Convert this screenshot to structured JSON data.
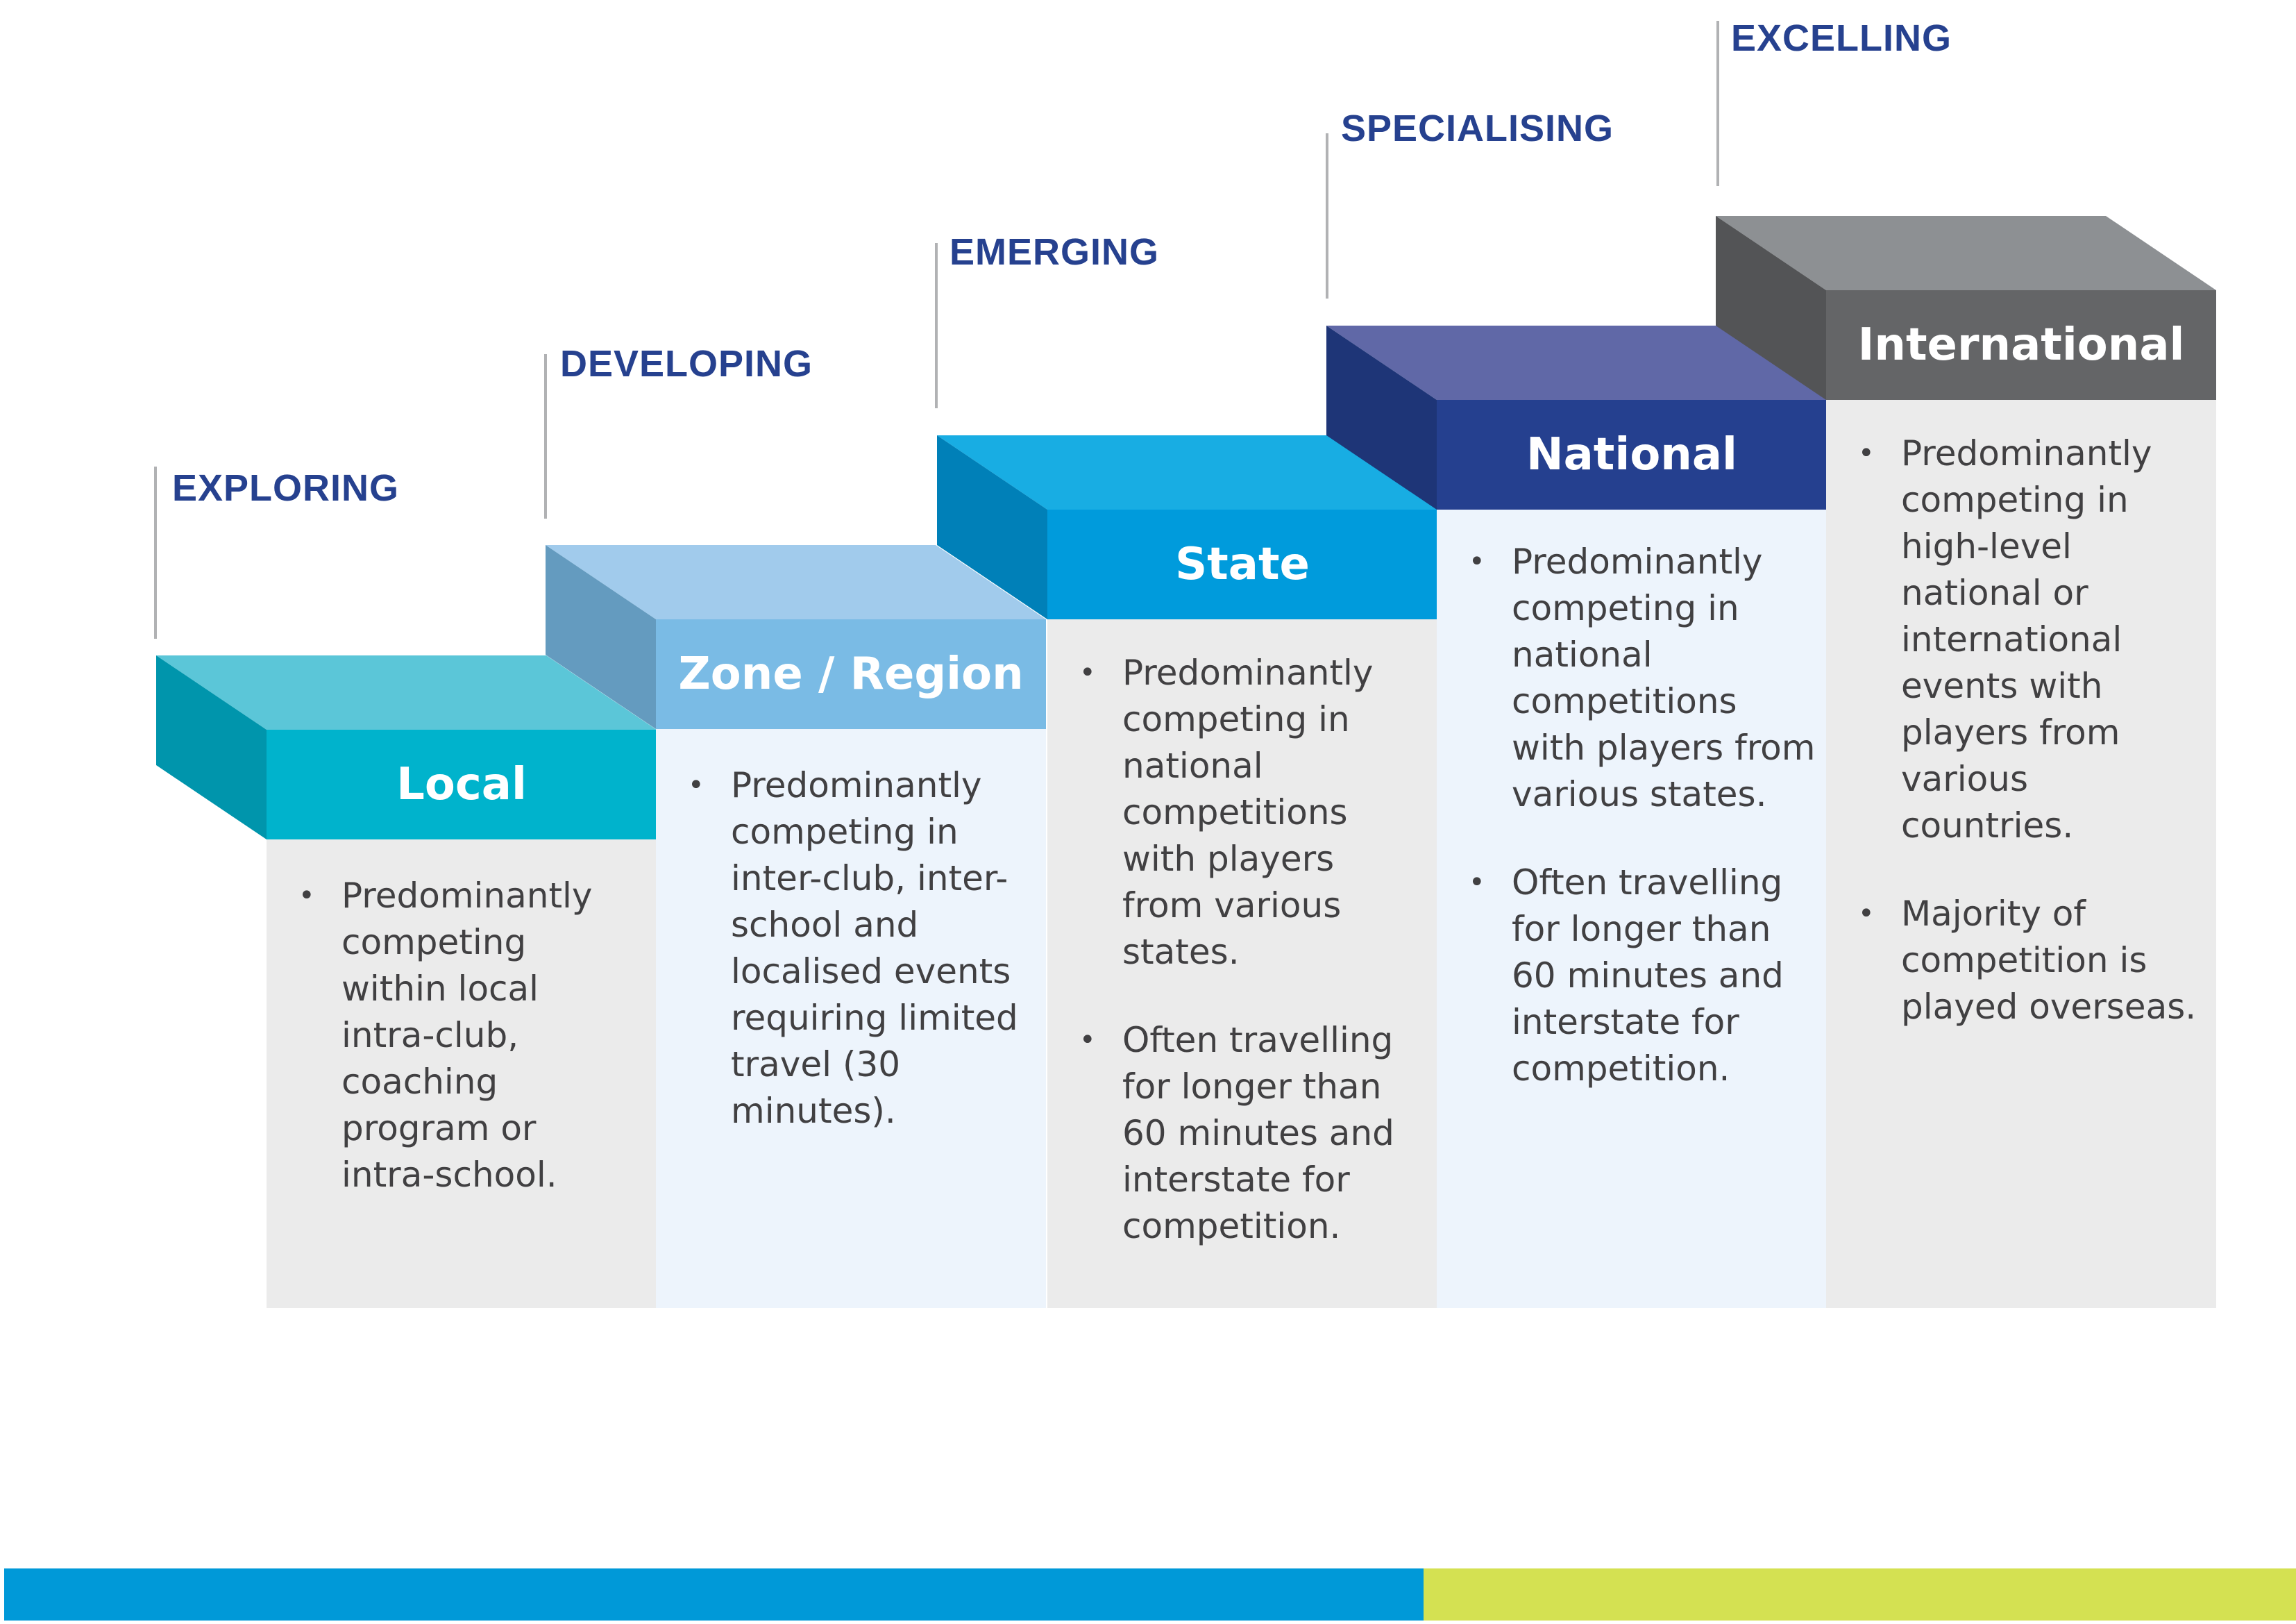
{
  "stages": [
    {
      "label": "EXPLORING"
    },
    {
      "label": "DEVELOPING"
    },
    {
      "label": "EMERGING"
    },
    {
      "label": "SPECIALISING"
    },
    {
      "label": "EXCELLING"
    }
  ],
  "levels": [
    {
      "title": "Local",
      "colors": {
        "top": "#5bc6d8",
        "side": "#0095ac",
        "front": "#00b3cc",
        "body": "#ebebeb"
      },
      "bullets": [
        {
          "lines": [
            "Predominantly",
            "competing",
            "within local",
            "intra-club,",
            "coaching",
            "program or",
            "intra-school."
          ]
        }
      ]
    },
    {
      "title": "Zone / Region",
      "colors": {
        "top": "#a1cbec",
        "side": "#649bbf",
        "front": "#7abbe5",
        "body": "#edf4fc"
      },
      "bullets": [
        {
          "lines": [
            "Predominantly",
            "competing in",
            "inter-club, inter-",
            "school and",
            "localised events",
            "requiring limited",
            "travel (30",
            "minutes)."
          ]
        }
      ]
    },
    {
      "title": "State",
      "colors": {
        "top": "#18ade3",
        "side": "#0080b8",
        "front": "#009bdc",
        "body": "#ebebeb"
      },
      "bullets": [
        {
          "lines": [
            "Predominantly",
            "competing in",
            "national",
            "competitions",
            "with players",
            "from various",
            "states."
          ]
        },
        {
          "lines": [
            "Often travelling",
            "for longer than",
            "60 minutes and",
            "interstate for",
            "competition."
          ]
        }
      ]
    },
    {
      "title": "National",
      "colors": {
        "top": "#6068a7",
        "side": "#1e3577",
        "front": "#25408f",
        "body": "#edf4fc"
      },
      "bullets": [
        {
          "lines": [
            "Predominantly",
            "competing in",
            "national",
            "competitions",
            "with players from",
            "various states."
          ]
        },
        {
          "lines": [
            "Often travelling",
            "for longer than",
            "60 minutes and",
            "interstate for",
            "competition."
          ]
        }
      ]
    },
    {
      "title": "International",
      "colors": {
        "top": "#8d9093",
        "side": "#535456",
        "front": "#646567",
        "body": "#ebebeb"
      },
      "bullets": [
        {
          "lines": [
            "Predominantly",
            "competing in",
            "high-level",
            "national or",
            "international",
            "events with",
            "players from",
            "various",
            "countries."
          ]
        },
        {
          "lines": [
            "Majority of",
            "competition is",
            "played overseas."
          ]
        }
      ]
    }
  ],
  "bullet_glyph": "•",
  "colors": {
    "stage_label": "#26418f",
    "stage_line": "#b1b2b4",
    "body_text": "#414042",
    "footer_left": "#0099d8",
    "footer_right": "#d4e152"
  }
}
